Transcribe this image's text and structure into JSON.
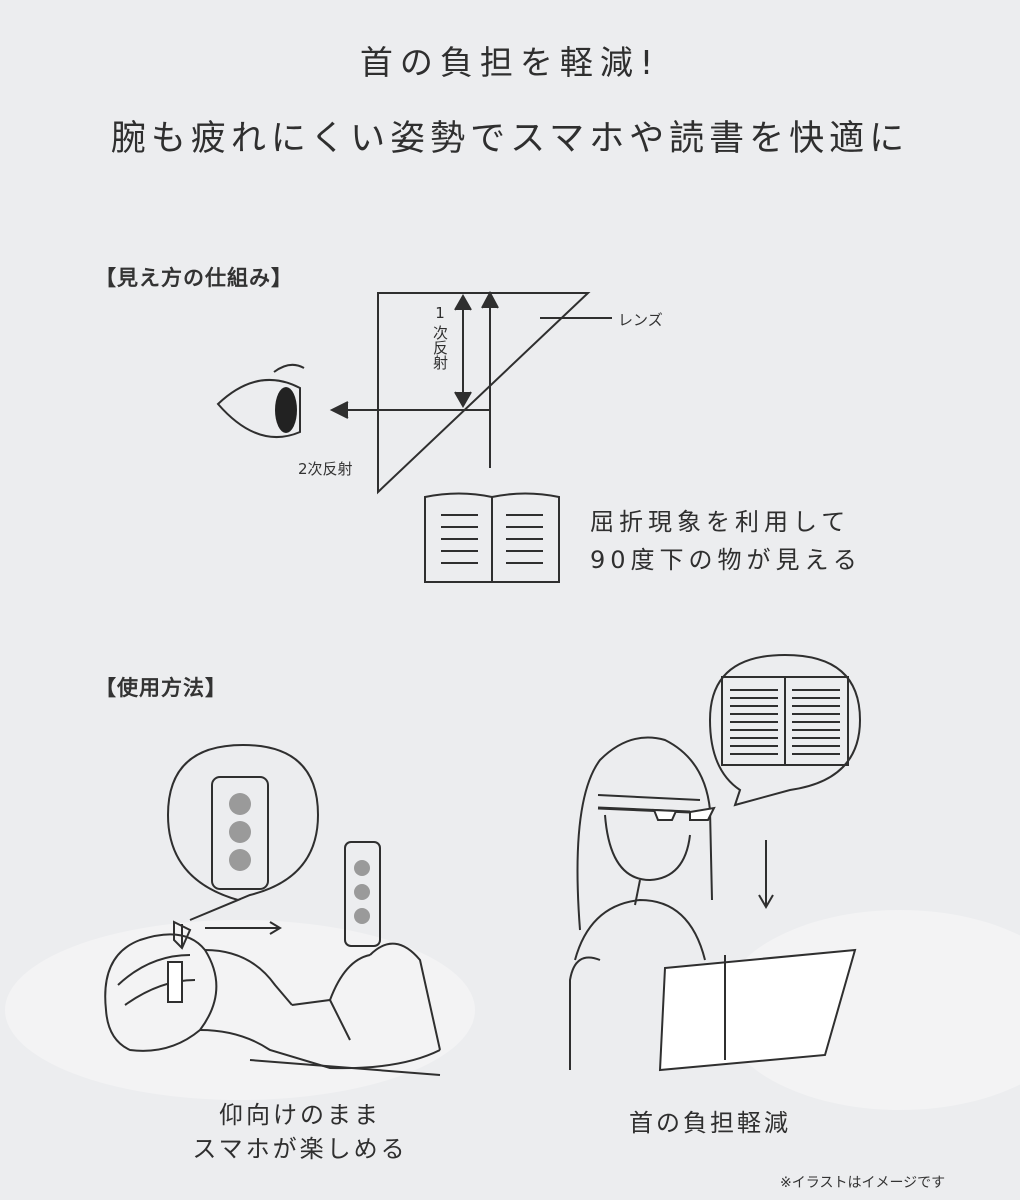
{
  "headline": {
    "line1": "首の負担を軽減!",
    "line2": "腕も疲れにくい姿勢でスマホや読書を快適に"
  },
  "mechanism": {
    "section_title": "【見え方の仕組み】",
    "lens_label": "レンズ",
    "first_reflection_number": "1",
    "first_reflection_label": "次反射",
    "second_reflection_label": "2次反射",
    "explanation_line1": "屈折現象を利用して",
    "explanation_line2": "90度下の物が見える"
  },
  "usage": {
    "section_title": "【使用方法】",
    "caption_left_line1": "仰向けのまま",
    "caption_left_line2": "スマホが楽しめる",
    "caption_right": "首の負担軽減"
  },
  "footnote": "※イラストはイメージです",
  "colors": {
    "background": "#ecedef",
    "ink": "#2f2f2f",
    "dots": "#9a9a9a"
  }
}
